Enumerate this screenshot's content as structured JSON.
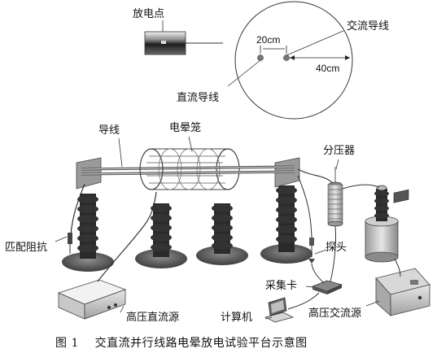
{
  "labels": {
    "discharge_point": "放电点",
    "ac_conductor": "交流导线",
    "dc_conductor": "直流导线",
    "dist_20": "20cm",
    "dist_40": "40cm",
    "conductor": "导线",
    "corona_cage": "电晕笼",
    "voltage_divider": "分压器",
    "matching_impedance": "匹配阻抗",
    "probe": "探头",
    "acquisition_card": "采集卡",
    "hv_dc_source": "高压直流源",
    "computer": "计算机",
    "hv_ac_source": "高压交流源"
  },
  "caption": {
    "figure_number": "图 1",
    "text": "交直流并行线路电晕放电试验平台示意图"
  }
}
